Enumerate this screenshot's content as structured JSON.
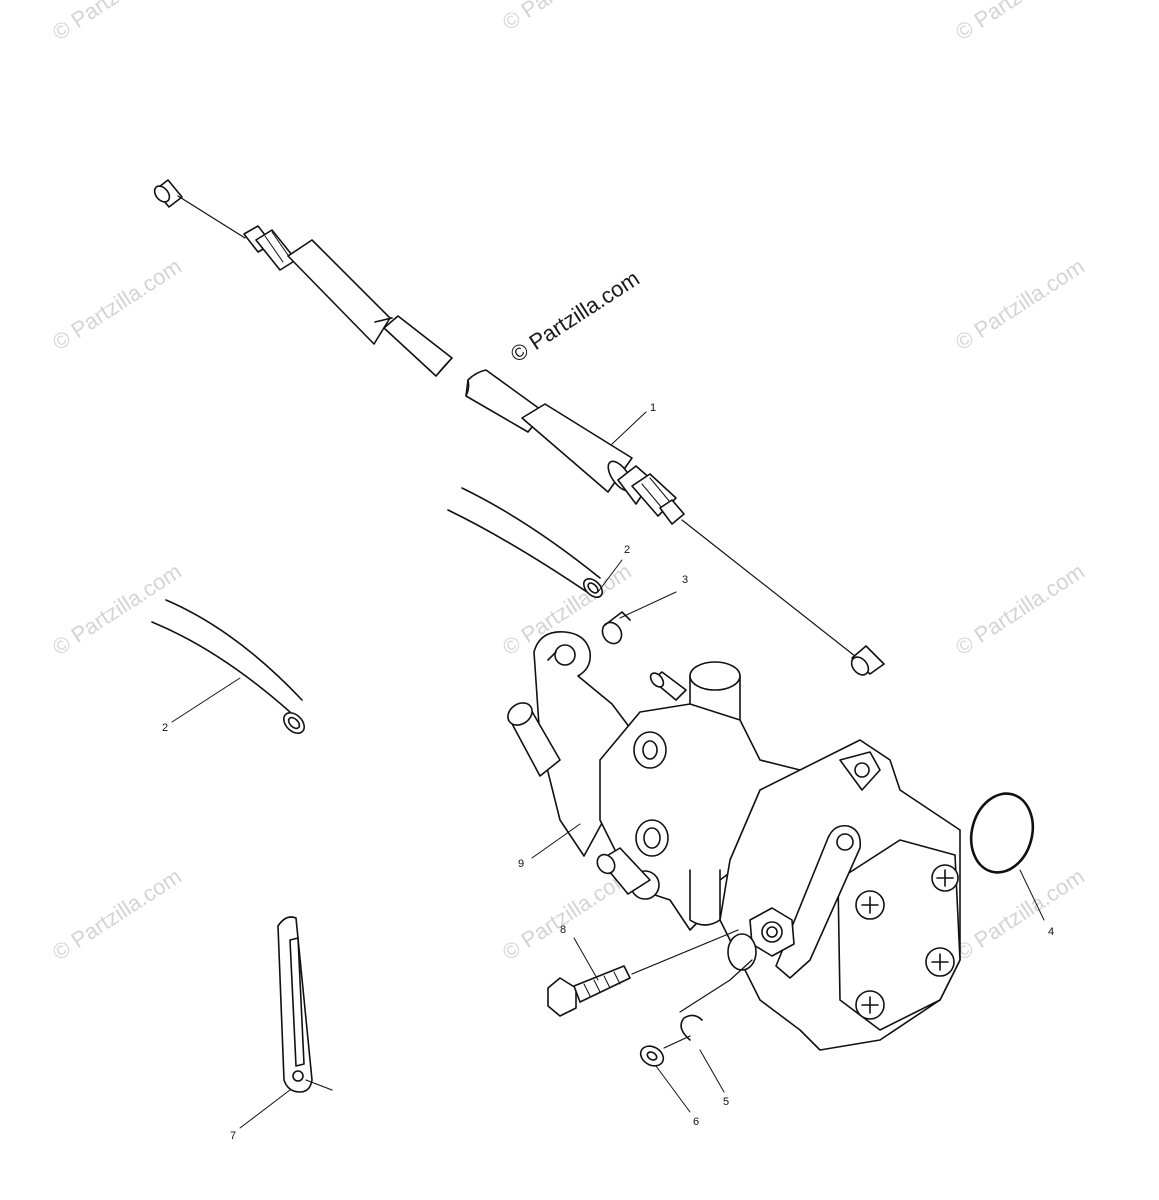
{
  "watermark": {
    "text": "© Partzilla.com"
  },
  "callouts": {
    "c1": "1",
    "c2a": "2",
    "c2b": "2",
    "c3": "3",
    "c4": "4",
    "c5": "5",
    "c6": "6",
    "c7": "7",
    "c8": "8",
    "c9": "9"
  }
}
